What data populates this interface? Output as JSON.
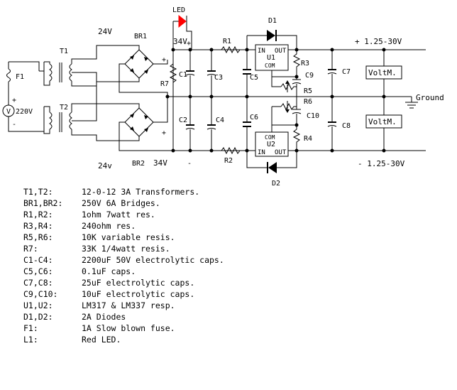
{
  "labels": {
    "led": "LED",
    "d1": "D1",
    "d2": "D2",
    "v24_top": "24V",
    "v24_bot": "24v",
    "br1": "BR1",
    "br2": "BR2",
    "v34_top": "34V",
    "v34_bot": "34V",
    "t1": "T1",
    "t2": "T2",
    "f1": "F1",
    "v220": "220V",
    "plus": "+",
    "minus": "-",
    "r1": "R1",
    "r2": "R2",
    "r3": "R3",
    "r4": "R4",
    "r5": "R5",
    "r6": "R6",
    "r7": "R7",
    "c1": "C1",
    "c2": "C2",
    "c3": "C3",
    "c4": "C4",
    "c5": "C5",
    "c6": "C6",
    "c7": "C7",
    "c8": "C8",
    "c9": "C9",
    "c10": "C10",
    "u1_in": "IN",
    "u1_out": "OUT",
    "u1_name": "U1",
    "u1_com": "COM",
    "u2_com": "COM",
    "u2_name": "U2",
    "u2_in": "IN",
    "u2_out": "OUT",
    "out_pos": "+ 1.25-30V",
    "out_neg": "- 1.25-30V",
    "ground": "Ground",
    "voltm_top": "VoltM.",
    "voltm_bot": "VoltM.",
    "meter_v": "V"
  },
  "legend": [
    {
      "key": "T1,T2:",
      "value": "12-0-12 3A Transformers."
    },
    {
      "key": "BR1,BR2:",
      "value": "250V 6A Bridges."
    },
    {
      "key": "R1,R2:",
      "value": "1ohm 7watt res."
    },
    {
      "key": "R3,R4:",
      "value": "240ohm res."
    },
    {
      "key": "R5,R6:",
      "value": "10K variable resis."
    },
    {
      "key": "R7:",
      "value": "33K 1/4watt resis."
    },
    {
      "key": "C1-C4:",
      "value": "2200uF 50V electrolytic caps."
    },
    {
      "key": "C5,C6:",
      "value": "0.1uF caps."
    },
    {
      "key": "C7,C8:",
      "value": "25uF electrolytic caps."
    },
    {
      "key": "C9,C10:",
      "value": "10uF electrolytic caps."
    },
    {
      "key": "U1,U2:",
      "value": "LM317 & LM337 resp."
    },
    {
      "key": "D1,D2:",
      "value": "2A Diodes"
    },
    {
      "key": "F1:",
      "value": "1A Slow blown fuse."
    },
    {
      "key": "L1:",
      "value": "Red LED."
    }
  ],
  "colors": {
    "wire": "#000000",
    "led": "#ff0000",
    "background": "#ffffff"
  }
}
